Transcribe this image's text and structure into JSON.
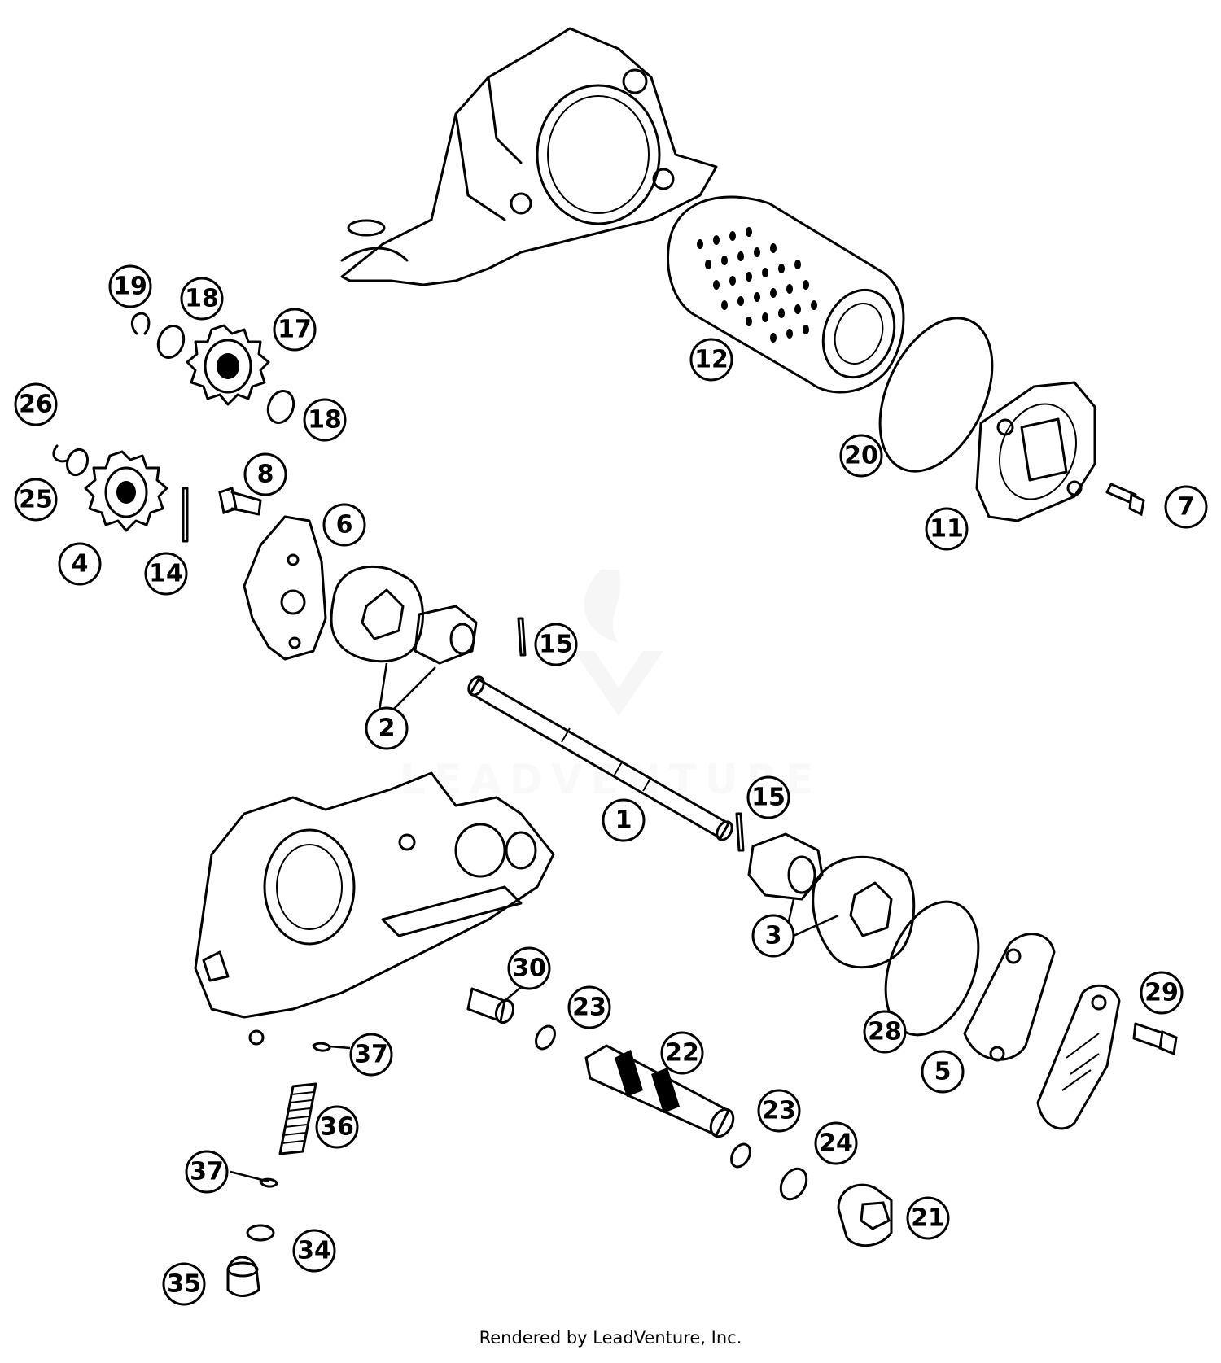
{
  "watermark": "LEADVENTURE",
  "credit": "Rendered by LeadVenture, Inc.",
  "callouts": [
    "19",
    "18",
    "17",
    "18",
    "26",
    "25",
    "4",
    "14",
    "8",
    "6",
    "12",
    "20",
    "11",
    "7",
    "15",
    "2",
    "1",
    "15",
    "3",
    "30",
    "23",
    "22",
    "37",
    "36",
    "37",
    "23",
    "24",
    "21",
    "34",
    "35",
    "28",
    "5",
    "29"
  ]
}
